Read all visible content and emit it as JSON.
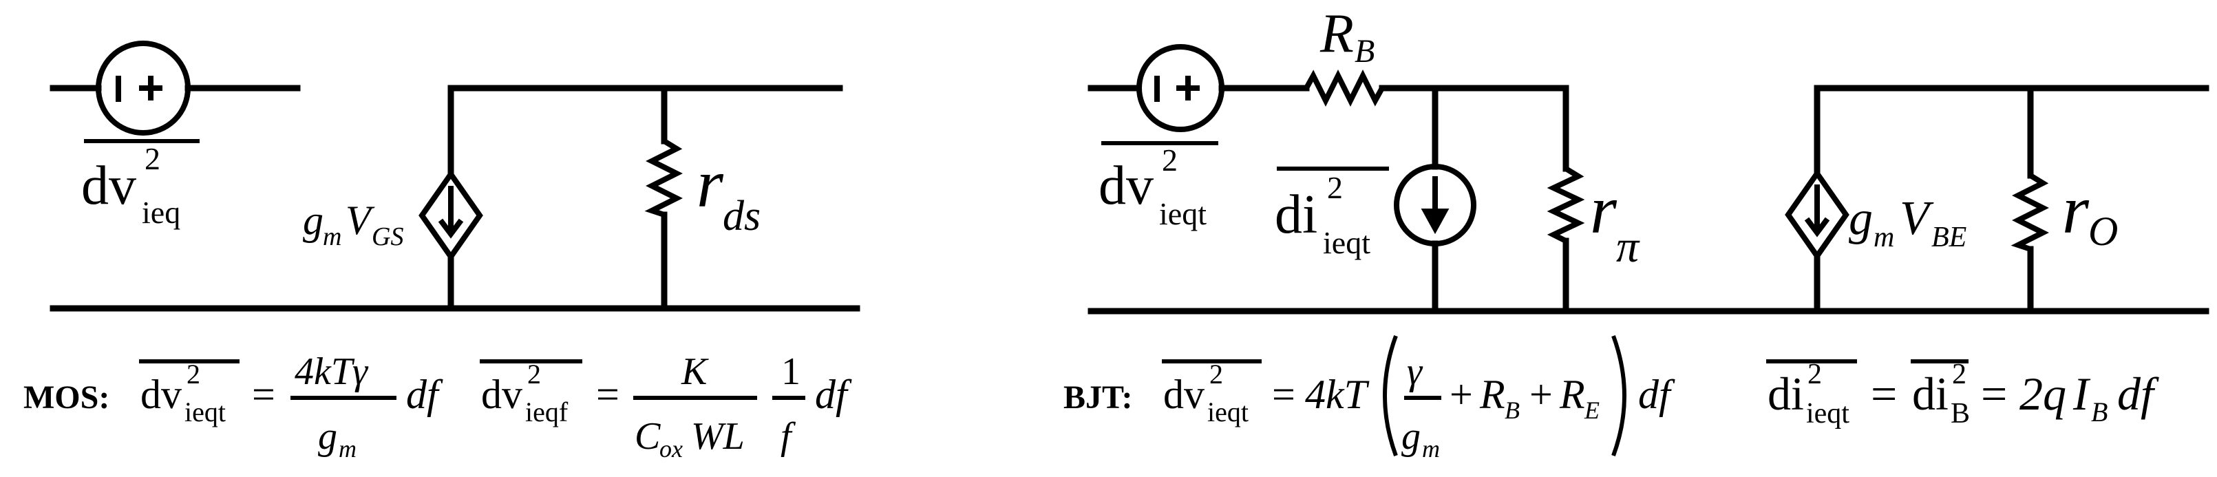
{
  "mos": {
    "source_label": {
      "base": "dv",
      "sup": "2",
      "sub": "ieq"
    },
    "gm_label": {
      "g": "g",
      "m": "m",
      "V": "V",
      "sub": "GS"
    },
    "rds_label": {
      "r": "r",
      "sub": "ds"
    },
    "formula": {
      "prefix": "MOS:",
      "term1_base": "dv",
      "term1_sup": "2",
      "term1_sub": "ieqt",
      "eq": "=",
      "num1": "4kTγ",
      "den1_g": "g",
      "den1_sub": "m",
      "df1": "df",
      "term2_base": "dv",
      "term2_sup": "2",
      "term2_sub": "ieqf",
      "eq2": "=",
      "num2": "K",
      "den2_C": "C",
      "den2_sub": "ox",
      "den2_rest": "WL",
      "num3": "1",
      "den3": "f",
      "df2": "df"
    }
  },
  "bjt": {
    "rb_label": {
      "R": "R",
      "sub": "B"
    },
    "v_source_label": {
      "base": "dv",
      "sup": "2",
      "sub": "ieqt"
    },
    "i_source_label": {
      "base": "di",
      "sup": "2",
      "sub": "ieqt"
    },
    "rpi_label": {
      "r": "r",
      "sub": "π"
    },
    "gm_label": {
      "g": "g",
      "m": "m",
      "V": "V",
      "sub": "BE"
    },
    "ro_label": {
      "r": "r",
      "sub": "O"
    },
    "formula": {
      "prefix": "BJT:",
      "term1_base": "dv",
      "term1_sup": "2",
      "term1_sub": "ieqt",
      "eq": "=",
      "coef": "4kT",
      "gamma": "γ",
      "g": "g",
      "gsub": "m",
      "plus1": "+",
      "RB": "R",
      "RB_sub": "B",
      "plus2": "+",
      "RE": "R",
      "RE_sub": "E",
      "df": "df",
      "term2_base": "di",
      "term2_sup": "2",
      "term2_sub": "ieqt",
      "eq2": "=",
      "term3_base": "di",
      "term3_sup": "2",
      "term3_sub": "B",
      "eq3": "=",
      "rhs_coef": "2q",
      "rhs_I": "I",
      "rhs_sub": "B",
      "rhs_df": "df"
    }
  }
}
